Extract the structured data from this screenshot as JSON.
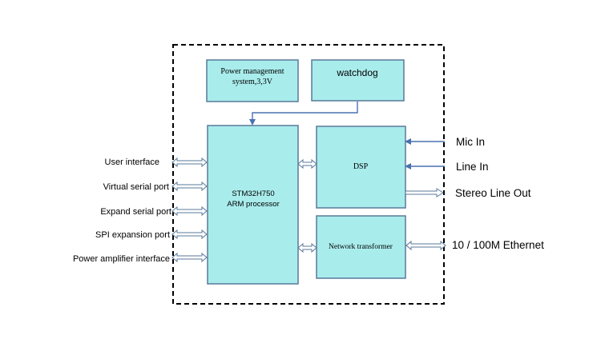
{
  "blocks": {
    "power": {
      "line1": "Power management",
      "line2": "system,3,3V"
    },
    "watchdog": "watchdog",
    "cpu": {
      "line1": "STM32H750",
      "line2": "ARM processor"
    },
    "dsp": "DSP",
    "network": "Network transformer"
  },
  "left_ports": [
    "User interface",
    "Virtual serial port",
    "Expand serial port",
    "SPI expansion port",
    "Power amplifier interface"
  ],
  "right_ports": {
    "mic_in": "Mic In",
    "line_in": "Line In",
    "stereo_out": "Stereo Line Out",
    "ethernet": "10 / 100M Ethernet"
  },
  "colors": {
    "block_fill": "#a9ecec",
    "arrow": "#4a72b0"
  }
}
